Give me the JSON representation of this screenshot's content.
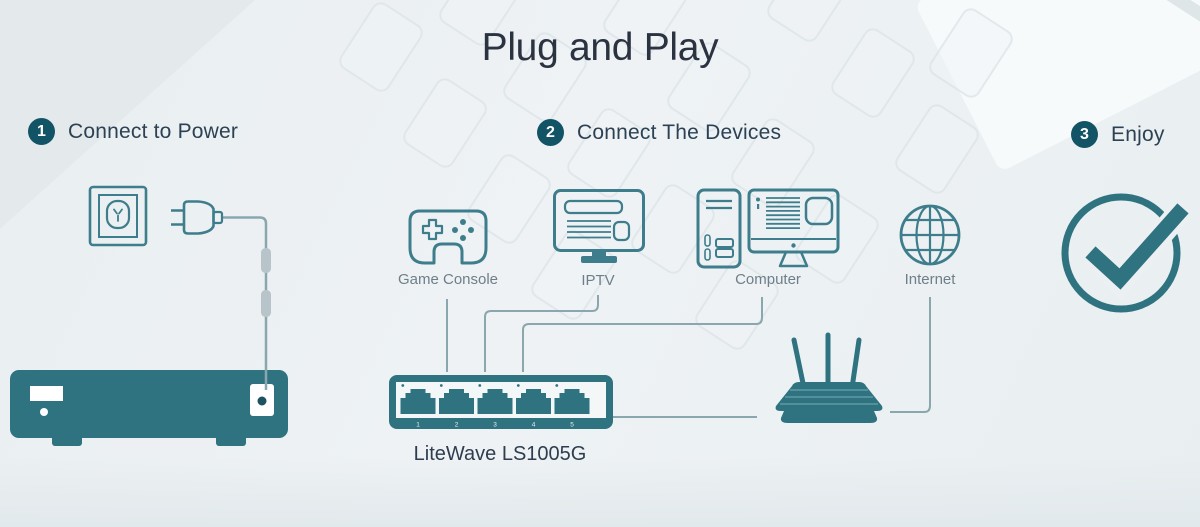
{
  "title": "Plug and Play",
  "steps": [
    {
      "number": "1",
      "label": "Connect to Power"
    },
    {
      "number": "2",
      "label": "Connect The Devices"
    },
    {
      "number": "3",
      "label": "Enjoy"
    }
  ],
  "devices": [
    {
      "label": "Game Console",
      "icon": "gamepad-icon"
    },
    {
      "label": "IPTV",
      "icon": "tv-icon"
    },
    {
      "label": "Computer",
      "icon": "desktop-computer-icon"
    },
    {
      "label": "Internet",
      "icon": "globe-icon"
    }
  ],
  "switch": {
    "model_label": "LiteWave LS1005G",
    "port_numbers": [
      "1",
      "2",
      "3",
      "4",
      "5"
    ]
  },
  "illustrations": {
    "power_outlet": "power-outlet-icon",
    "power_plug": "power-plug-icon",
    "switch_rear": "switch-rear-view",
    "switch_front": "switch-front-view",
    "router": "wifi-router-icon",
    "check": "check-circle-icon"
  },
  "colors": {
    "teal_solid": "#2f7380",
    "icon_outline": "#3e7d8b",
    "connector_line": "#8ba7ae",
    "step_badge": "#135366",
    "heading_text": "#2b3240",
    "step_text": "#2c4254",
    "device_label_text": "#6e7f89",
    "background": "#ebf0f2"
  }
}
